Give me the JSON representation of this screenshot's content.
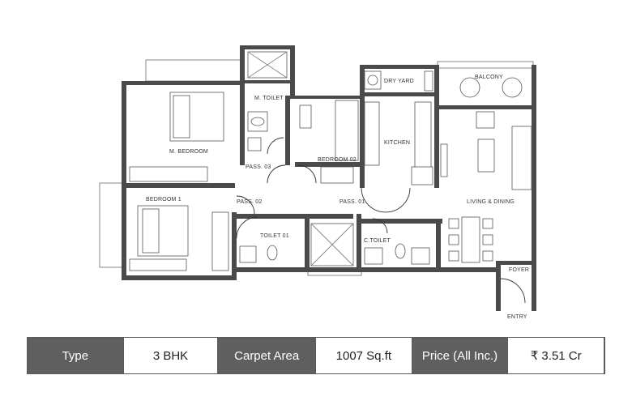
{
  "plan": {
    "rooms": {
      "m_toilet": "M. TOILET",
      "dry_yard": "DRY YARD",
      "balcony": "BALCONY",
      "m_bedroom": "M. BEDROOM",
      "bedroom_02": "BEDROOM 02",
      "kitchen": "KITCHEN",
      "pass_03": "PASS. 03",
      "bedroom_1": "BEDROOM 1",
      "pass_02": "PASS. 02",
      "pass_01": "PASS. 01",
      "living_dining": "LIVING & DINING",
      "toilet_01": "TOILET 01",
      "c_toilet": "C.TOILET",
      "foyer": "FOYER",
      "entry": "ENTRY"
    }
  },
  "specs": {
    "type_label": "Type",
    "type_value": "3 BHK",
    "carpet_label": "Carpet  Area",
    "carpet_value": "1007 Sq.ft",
    "price_label": "Price (All Inc.)",
    "price_value": "₹ 3.51 Cr"
  },
  "colors": {
    "wall": "#4a4a4a",
    "header_cell": "#5f5f5f"
  }
}
